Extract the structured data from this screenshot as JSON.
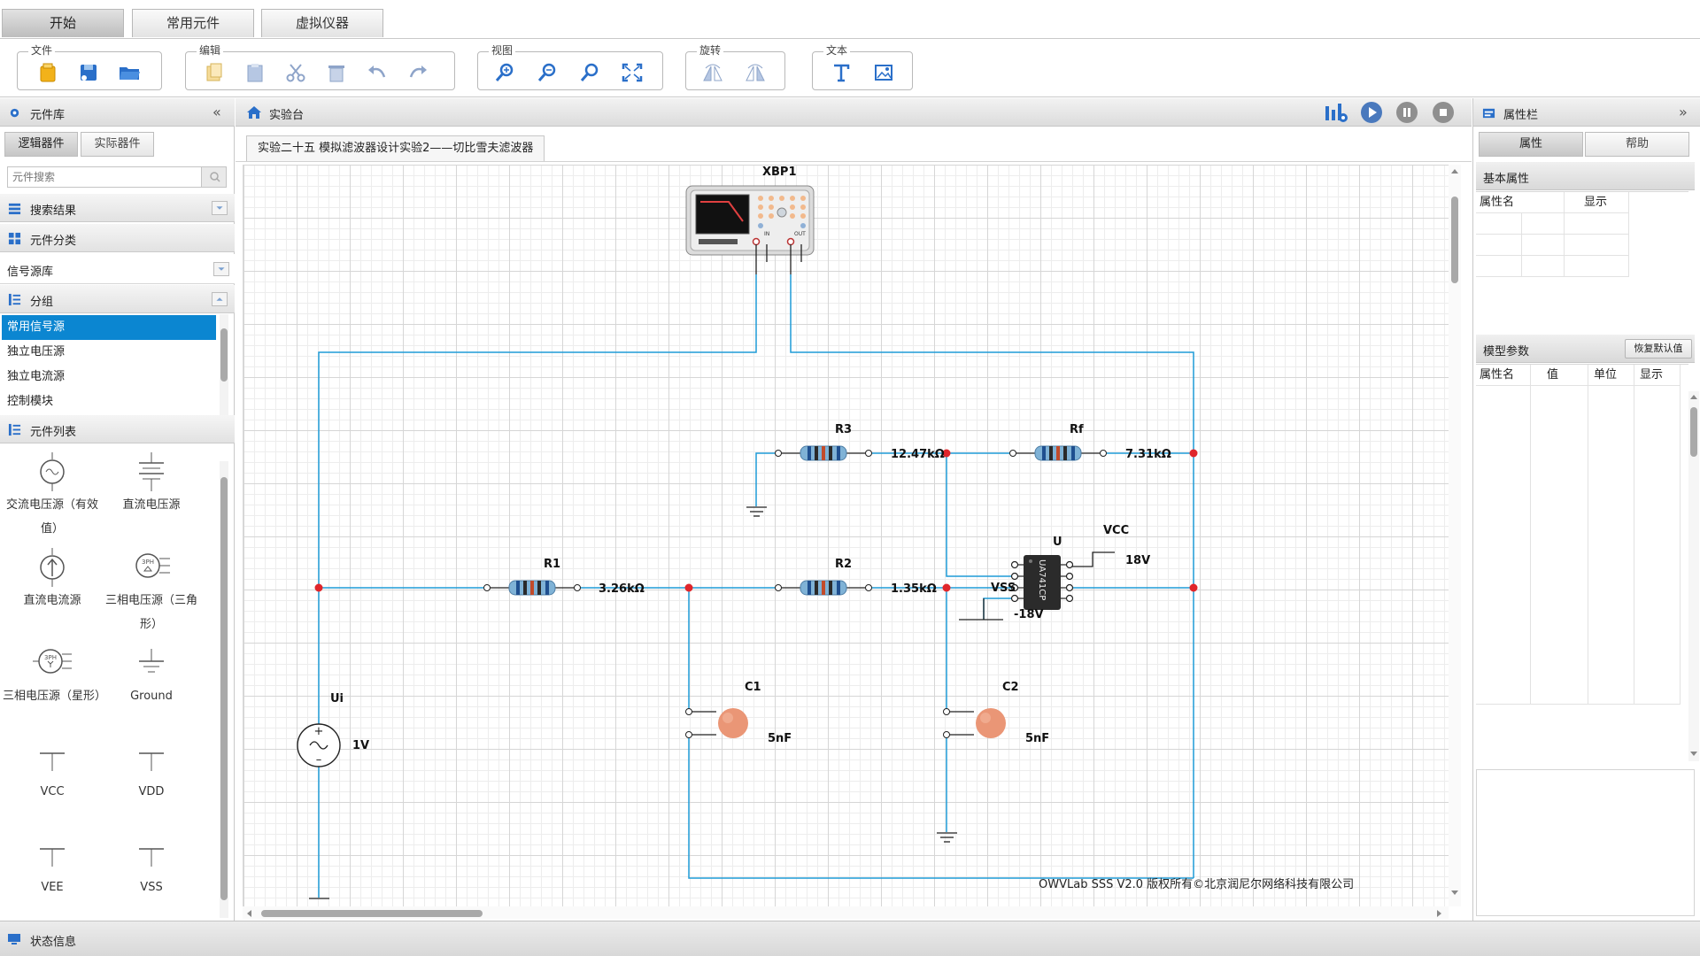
{
  "top_tabs": [
    "开始",
    "常用元件",
    "虚拟仪器"
  ],
  "ribbon": {
    "file": "文件",
    "edit": "编辑",
    "view": "视图",
    "rotate": "旋转",
    "text": "文本"
  },
  "left_panel": {
    "title": "元件库",
    "collapse": "«",
    "subtabs": [
      "逻辑器件",
      "实际器件"
    ],
    "search_placeholder": "元件搜索",
    "search_results": "搜索结果",
    "category_title": "元件分类",
    "category_value": "信号源库",
    "group_title": "分组",
    "groups": [
      "常用信号源",
      "独立电压源",
      "独立电流源",
      "控制模块"
    ],
    "component_list_title": "元件列表",
    "components": [
      {
        "label": "交流电压源（有效值）",
        "icon": "ac-source-icon"
      },
      {
        "label": "直流电压源",
        "icon": "dc-voltage-source-icon"
      },
      {
        "label": "直流电流源",
        "icon": "dc-current-source-icon"
      },
      {
        "label": "三相电压源（三角形）",
        "icon": "three-phase-delta-icon"
      },
      {
        "label": "三相电压源（星形）",
        "icon": "three-phase-star-icon"
      },
      {
        "label": "Ground",
        "icon": "ground-icon"
      },
      {
        "label": "VCC",
        "icon": "vcc-icon"
      },
      {
        "label": "VDD",
        "icon": "vdd-icon"
      },
      {
        "label": "VEE",
        "icon": "vee-icon"
      },
      {
        "label": "VSS",
        "icon": "vss-icon"
      }
    ]
  },
  "workbench": {
    "title": "实验台",
    "doc_tab": "实验二十五 模拟滤波器设计实验2——切比雪夫滤波器",
    "copyright": "OWVLab SSS V2.0 版权所有©北京润尼尔网络科技有限公司"
  },
  "circuit": {
    "xbp1": "XBP1",
    "r1": "R1",
    "r1_value": "3.26kΩ",
    "r2": "R2",
    "r2_value": "1.35kΩ",
    "r3": "R3",
    "r3_value": "12.47kΩ",
    "rf": "Rf",
    "rf_value": "7.31kΩ",
    "c1": "C1",
    "c1_value": "5nF",
    "c2": "C2",
    "c2_value": "5nF",
    "ui": "Ui",
    "ui_value": "1V",
    "u": "U",
    "opamp": "UA741CP",
    "vcc": "VCC",
    "vcc_value": "18V",
    "vss": "VSS",
    "vss_value": "-18V",
    "in_label": "IN",
    "out_label": "OUT"
  },
  "right_panel": {
    "title": "属性栏",
    "collapse": "»",
    "tabs": [
      "属性",
      "帮助"
    ],
    "basic_title": "基本属性",
    "basic_cols": [
      "属性名",
      "显示"
    ],
    "model_title": "模型参数",
    "restore_button": "恢复默认值",
    "model_cols": [
      "属性名",
      "值",
      "单位",
      "显示"
    ]
  },
  "status_bar": {
    "title": "状态信息"
  },
  "colors": {
    "wire": "#1f9bd7",
    "node": "#e0262b",
    "selected": "#0b86d1"
  }
}
